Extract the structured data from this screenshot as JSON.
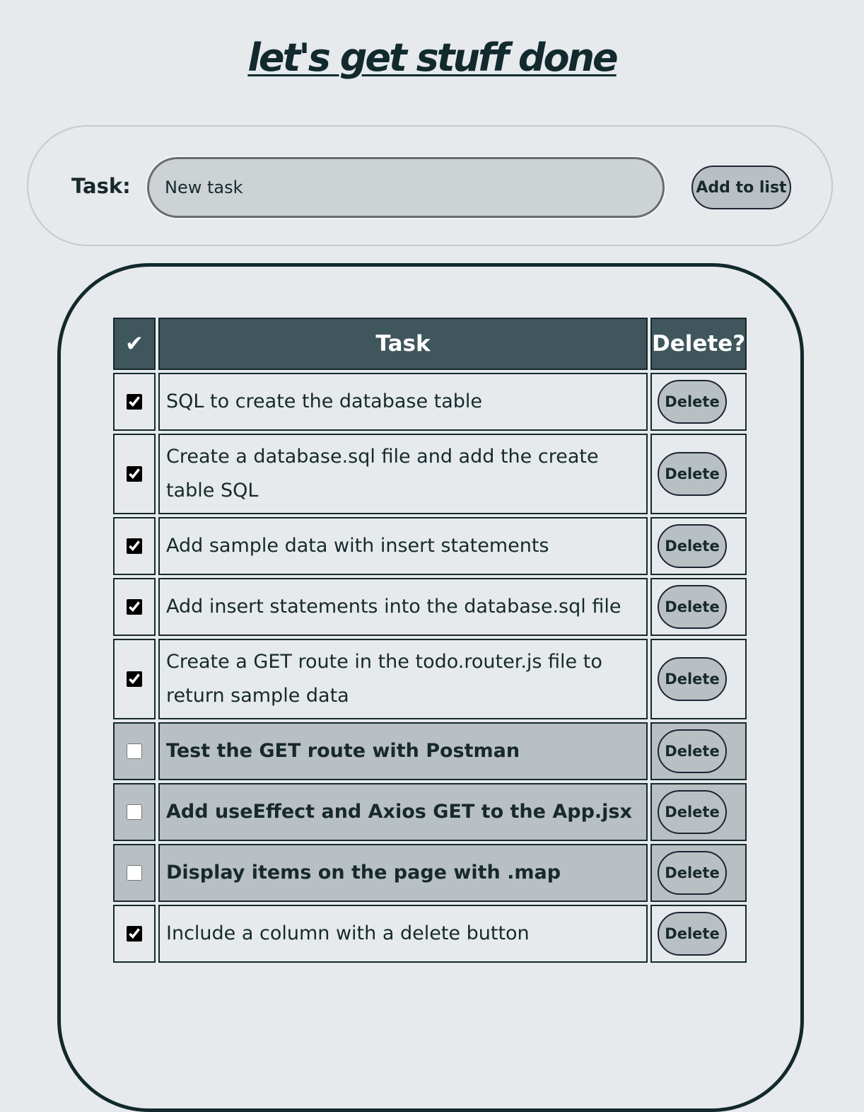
{
  "header": {
    "title": "let's get stuff done"
  },
  "form": {
    "label": "Task:",
    "input_value": "New task",
    "add_button": "Add to list"
  },
  "table": {
    "columns": [
      "✔",
      "Task",
      "Delete?"
    ],
    "delete_label": "Delete",
    "rows": [
      {
        "task": "SQL to create the database table",
        "complete": true
      },
      {
        "task": "Create a database.sql file and add the create table SQL",
        "complete": true
      },
      {
        "task": "Add sample data with insert statements",
        "complete": true
      },
      {
        "task": "Add insert statements into the database.sql file",
        "complete": true
      },
      {
        "task": "Create a GET route in the todo.router.js file to return sample data",
        "complete": true
      },
      {
        "task": "Test the GET route with Postman",
        "complete": false
      },
      {
        "task": "Add useEffect and Axios GET to the App.jsx",
        "complete": false
      },
      {
        "task": "Display items on the page with .map",
        "complete": false
      },
      {
        "task": "Include a column with a delete button",
        "complete": true
      }
    ]
  },
  "colors": {
    "background": "#e6eaec",
    "header_fill": "#3f565c",
    "pending_row": "#b8c0c4",
    "dark_text": "#17292b"
  }
}
